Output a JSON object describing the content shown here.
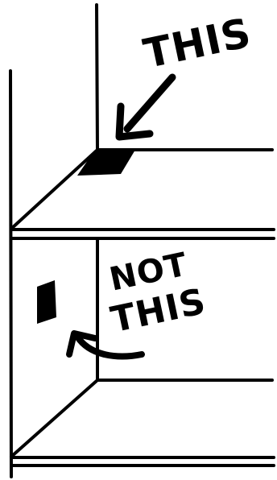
{
  "labels": {
    "top": "THIS",
    "bottom_line1": "NOT",
    "bottom_line2": "THIS"
  },
  "colors": {
    "ink": "#000000",
    "paper": "#ffffff"
  }
}
